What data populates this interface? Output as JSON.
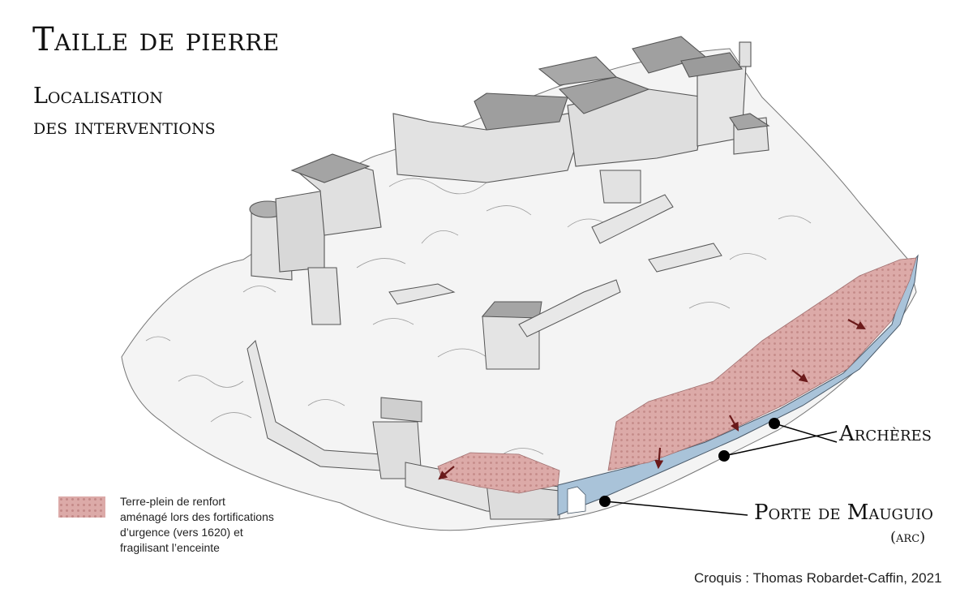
{
  "title": "Taille de pierre",
  "subtitle": [
    "Localisation",
    "des interventions"
  ],
  "labels": {
    "archeres": "Archères",
    "porte": "Porte de Mauguio",
    "porte_note": "(arc)"
  },
  "legend": {
    "lines": [
      "Terre-plein de renfort",
      "aménagé lors des fortifications",
      "d’urgence (vers 1620) et",
      "fragilisant l’enceinte"
    ],
    "color": "#dcaaa8"
  },
  "credit": "Croquis : Thomas Robardet-Caffin, 2021",
  "colors": {
    "wall_highlight": "#a9c3d9",
    "terreplein": "#dcaaa8",
    "arrow": "#6b1a1a",
    "marker": "#000000"
  }
}
